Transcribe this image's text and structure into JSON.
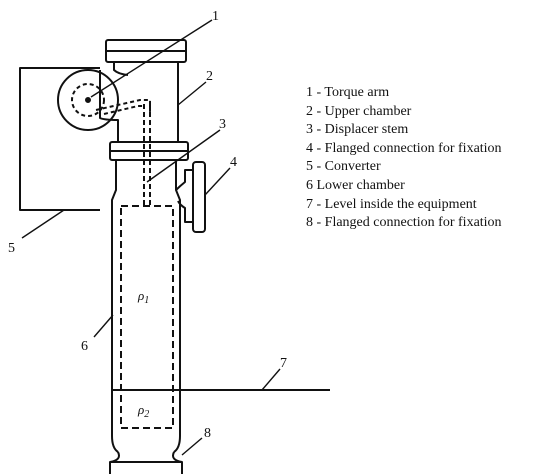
{
  "callouts": [
    {
      "number": "1",
      "label": "Torque arm"
    },
    {
      "number": "2",
      "label": "Upper chamber"
    },
    {
      "number": "3",
      "label": "Displacer stem"
    },
    {
      "number": "4",
      "label": "Flanged connection for fixation"
    },
    {
      "number": "5",
      "label": "Converter"
    },
    {
      "number": "6",
      "label": "Lower chamber"
    },
    {
      "number": "7",
      "label": "Level inside the equipment"
    },
    {
      "number": "8",
      "label": "Flanged connection for fixation"
    }
  ],
  "legend": [
    "1 - Torque arm",
    "2 - Upper chamber",
    "3 - Displacer stem",
    "4 - Flanged connection for fixation",
    "5 - Converter",
    "6  Lower chamber",
    "7 - Level inside the equipment",
    "8 - Flanged connection for fixation"
  ],
  "densities": {
    "upper": "ρ",
    "upper_sub": "1",
    "lower": "ρ",
    "lower_sub": "2"
  }
}
